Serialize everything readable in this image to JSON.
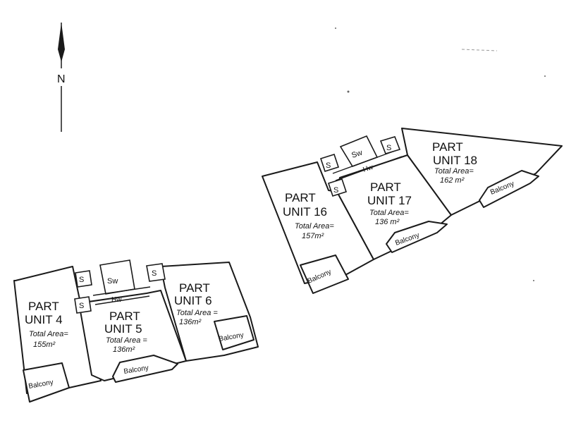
{
  "compass": {
    "label": "N"
  },
  "units": {
    "u4": {
      "line1": "PART",
      "line2": "UNIT 4",
      "area1": "Total Area=",
      "area2": "155m²"
    },
    "u5": {
      "line1": "PART",
      "line2": "UNIT 5",
      "area1": "Total Area =",
      "area2": "136m²"
    },
    "u6": {
      "line1": "PART",
      "line2": "UNIT 6",
      "area1": "Total Area =",
      "area2": "136m²"
    },
    "u16": {
      "line1": "PART",
      "line2": "UNIT 16",
      "area1": "Total Area=",
      "area2": "157m²"
    },
    "u17": {
      "line1": "PART",
      "line2": "UNIT 17",
      "area1": "Total Area=",
      "area2": "136 m²"
    },
    "u18": {
      "line1": "PART",
      "line2": "UNIT 18",
      "area1": "Total Area=",
      "area2": "162 m²"
    }
  },
  "labels": {
    "balcony": "Balcony",
    "stair": "S",
    "sw": "Sw",
    "hw": "Hw"
  },
  "colors": {
    "ink": "#1a1a1a",
    "paper": "#ffffff"
  }
}
